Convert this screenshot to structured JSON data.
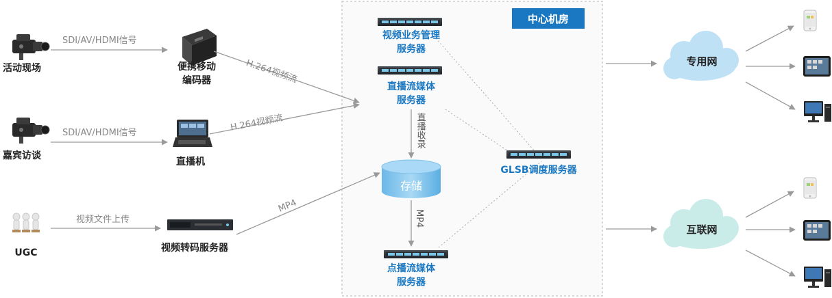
{
  "sources": [
    {
      "label": "活动现场",
      "icon": "video-camera-icon"
    },
    {
      "label": "嘉宾访谈",
      "icon": "video-camera-icon"
    },
    {
      "label": "UGC",
      "icon": "users-icon"
    }
  ],
  "devices": [
    {
      "label_line1": "便携移动",
      "label_line2": "编码器",
      "icon": "portable-encoder-icon"
    },
    {
      "label_line1": "直播机",
      "icon": "broadcast-machine-icon"
    },
    {
      "label_line1": "视频转码服务器",
      "icon": "rack-server-icon"
    }
  ],
  "edges": {
    "signal_1": "SDI/AV/HDMI信号",
    "signal_2": "SDI/AV/HDMI信号",
    "upload": "视频文件上传",
    "h264_1": "H.264视频流",
    "h264_2": "H.264视频流",
    "mp4_in": "MP4",
    "record": "直播收录",
    "mp4_out": "MP4"
  },
  "datacenter": {
    "title": "中心机房",
    "mgmt_server": {
      "line1": "视频业务管理",
      "line2": "服务器"
    },
    "live_server": {
      "line1": "直播流媒体",
      "line2": "服务器"
    },
    "vod_server": {
      "line1": "点播流媒体",
      "line2": "服务器"
    },
    "glsb_server": "GLSB调度服务器",
    "storage": "存储"
  },
  "networks": {
    "private": "专用网",
    "internet": "互联网"
  },
  "clients": [
    "phone-icon",
    "tablet-icon",
    "desktop-icon"
  ],
  "colors": {
    "accent": "#1a78c2",
    "arrow": "#999999",
    "cloud": "#bfe1f5",
    "cloud2": "#c9ece9"
  }
}
